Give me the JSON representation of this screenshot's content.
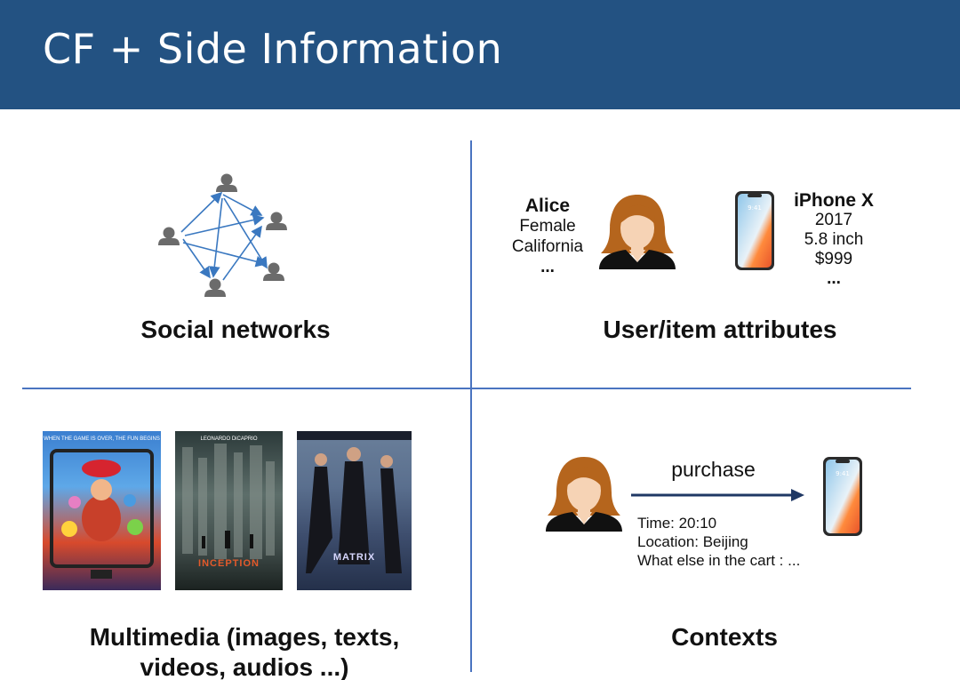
{
  "slide": {
    "title": "CF + Side Information"
  },
  "social_networks": {
    "caption": "Social networks"
  },
  "attributes": {
    "caption": "User/item attributes",
    "user": {
      "name": "Alice",
      "lines": [
        "Female",
        "California"
      ],
      "more": "..."
    },
    "item": {
      "name": "iPhone X",
      "lines": [
        "2017",
        "5.8 inch",
        "$999"
      ],
      "more": "..."
    }
  },
  "multimedia": {
    "caption_line1": "Multimedia (images, texts,",
    "caption_line2": "videos, audios ...)",
    "posters": [
      {
        "title": "",
        "tagline": "WHEN THE GAME IS OVER, THE FUN BEGINS"
      },
      {
        "title": "INCEPTION",
        "tagline": "LEONARDO DiCAPRIO"
      },
      {
        "title": "MATRIX",
        "tagline": ""
      }
    ]
  },
  "contexts": {
    "caption": "Contexts",
    "action": "purchase",
    "details": [
      "Time: 20:10",
      "Location: Beijing",
      "What else in the cart : ..."
    ]
  },
  "colors": {
    "header": "#235282",
    "divider": "#4a74c0",
    "arrow": "#1f3864",
    "graph_edge": "#3a78c0",
    "person": "#6b6b6b"
  },
  "icons": [
    "person-icon",
    "woman-avatar-icon",
    "smartphone-icon",
    "arrow-right-icon"
  ]
}
